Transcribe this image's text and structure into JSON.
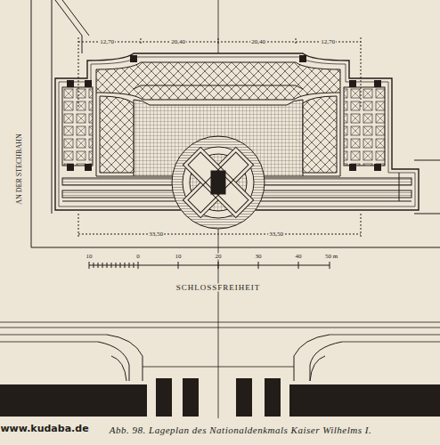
{
  "diagram": {
    "caption": "Abb. 98. Lageplan des Nationaldenkmals Kaiser Wilhelms I.",
    "labels": [
      "12,70",
      "20,40",
      "20,40",
      "12,70",
      "33,50",
      "33,50",
      "AN DER STECHBAHN",
      "10",
      "0",
      "10",
      "20",
      "30",
      "40",
      "50 m",
      "SCHLOSSFREIHEIT",
      "www.kudaba.de"
    ]
  }
}
